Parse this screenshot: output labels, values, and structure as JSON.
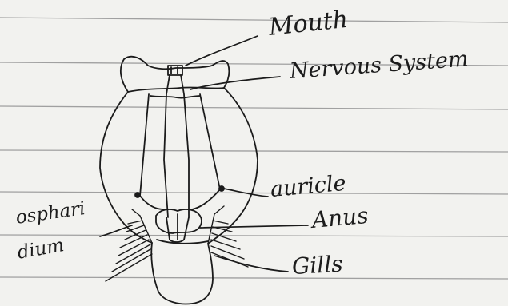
{
  "labels": {
    "mouth": "Mouth",
    "nervous_system": "Nervous System",
    "auricle": "auricle",
    "osphradium_line1": "osphari",
    "osphradium_line2": "dium",
    "anus": "Anus",
    "gills": "Gills"
  },
  "colors": {
    "paper": "#f2f2ef",
    "rule": "#9a9a9a",
    "ink": "#1b1b1b"
  }
}
